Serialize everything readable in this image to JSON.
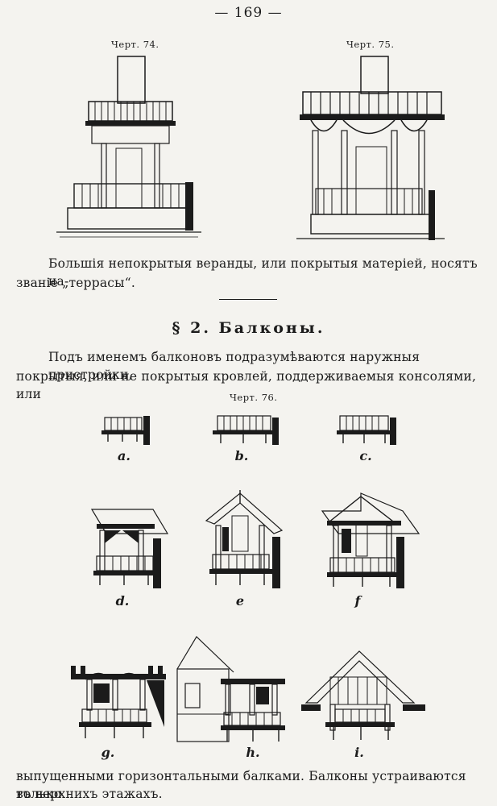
{
  "page_number": "— 169 —",
  "captions": {
    "fig74": "Черт. 74.",
    "fig75": "Черт. 75.",
    "fig76": "Черт. 76."
  },
  "paragraph1": {
    "line1": "Большія непокрытыя веранды, или покрытыя матеріей, носятъ на-",
    "line2": "званіе „террасы“."
  },
  "section_heading": "§ 2. Балконы.",
  "paragraph2": {
    "line1": "Подъ именемъ балконовъ подразумѣваются наружныя пристройки,",
    "line2": "покрытыя, или не покрытыя кровлей, поддерживаемыя консолями, или"
  },
  "paragraph3": {
    "line1": "выпущенными горизонтальными балками. Балконы устраиваются только",
    "line2": "въ верхнихъ этажахъ."
  },
  "figure_letters": [
    "a.",
    "b.",
    "c.",
    "d.",
    "e",
    "f",
    "g.",
    "h.",
    "i."
  ]
}
